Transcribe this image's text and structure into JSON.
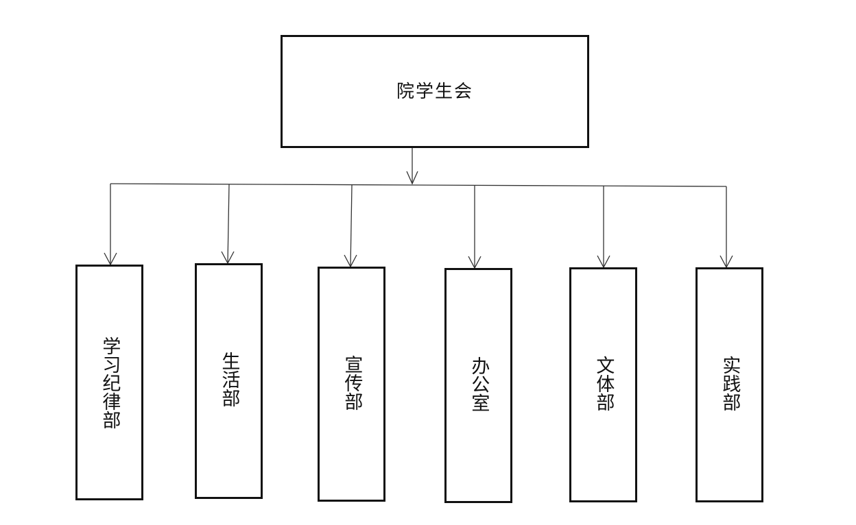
{
  "root": {
    "label": "院学生会"
  },
  "departments": [
    {
      "label": "学习纪律部"
    },
    {
      "label": "生活部"
    },
    {
      "label": "宣传部"
    },
    {
      "label": "办公室"
    },
    {
      "label": "文体部"
    },
    {
      "label": "实践部"
    }
  ]
}
